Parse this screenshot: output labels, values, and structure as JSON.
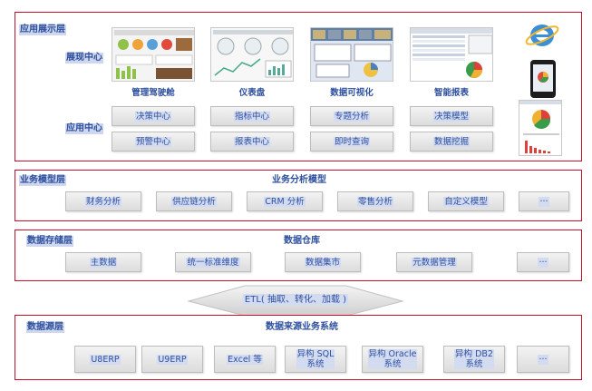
{
  "app_layer": {
    "title": "应用展示层",
    "display_center": "展现中心",
    "app_center": "应用中心",
    "thumb_labels": [
      "管理驾驶舱",
      "仪表盘",
      "数据可视化",
      "智能报表"
    ],
    "row1": [
      "决策中心",
      "指标中心",
      "专题分析",
      "决策模型"
    ],
    "row2": [
      "预警中心",
      "报表中心",
      "即时查询",
      "数据挖掘"
    ]
  },
  "business_layer": {
    "title": "业务模型层",
    "subtitle": "业务分析模型",
    "items": [
      "财务分析",
      "供应链分析",
      "CRM 分析",
      "零售分析",
      "自定义模型",
      "···"
    ]
  },
  "storage_layer": {
    "title": "数据存储层",
    "subtitle": "数据仓库",
    "items": [
      "主数据",
      "统一标准维度",
      "数据集市",
      "元数据管理",
      "···"
    ]
  },
  "etl": {
    "label": "ETL( 抽取、转化、加载 )"
  },
  "source_layer": {
    "title": "数据源层",
    "subtitle": "数据来源业务系统",
    "items": [
      "U8ERP",
      "U9ERP",
      "Excel 等",
      "异构 SQL\n系统",
      "异构 Oracle\n系统",
      "异构 DB2\n系统",
      "···"
    ]
  }
}
